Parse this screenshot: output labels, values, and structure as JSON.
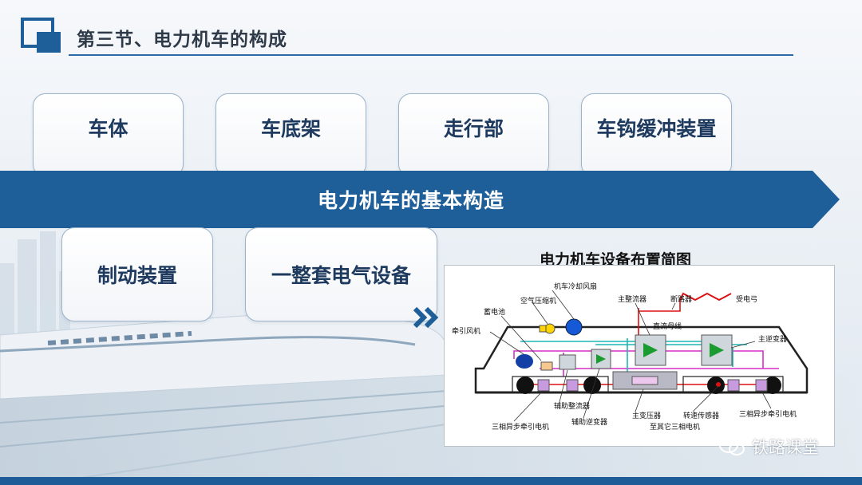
{
  "header": {
    "title": "第三节、电力机车的构成"
  },
  "components": {
    "top": [
      "车体",
      "车底架",
      "走行部",
      "车钩缓冲装置"
    ],
    "bottom": [
      "制动装置",
      "一整套电气设备"
    ]
  },
  "banner": {
    "label": "电力机车的基本构造"
  },
  "diagram": {
    "title": "电力机车设备布置简图",
    "labels": {
      "fan": "机车冷却风扇",
      "compressor": "空气压缩机",
      "battery": "蓄电池",
      "traction_fan": "牵引风机",
      "main_rectifier": "主整流器",
      "breaker": "断路器",
      "pantograph": "受电弓",
      "dc_bus": "直流母线",
      "main_inverter": "主逆变器",
      "aux_rectifier": "辅助整流器",
      "aux_inverter": "辅助逆变器",
      "main_transformer": "主变压器",
      "speed_sensor": "转速传感器",
      "motor_left": "三相异步牵引电机",
      "motor_right": "三相异步牵引电机",
      "other_motors": "至其它三相电机"
    }
  },
  "watermark": {
    "text": "铁路课堂"
  },
  "colors": {
    "accent": "#1f5f99",
    "banner": "#1f5f99",
    "title_text": "#2f3a48",
    "card_text": "#1e3a5f"
  }
}
